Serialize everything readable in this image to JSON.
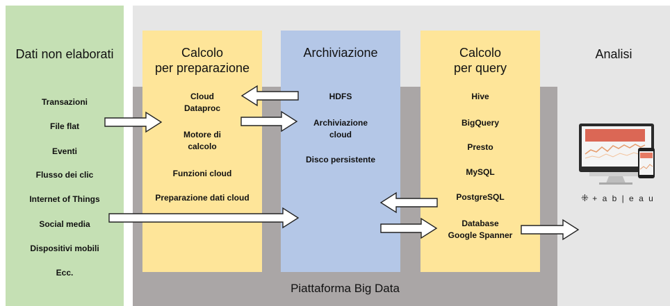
{
  "raw": {
    "title": "Dati non elaborati",
    "items": [
      "Transazioni",
      "File flat",
      "Eventi",
      "Flusso dei clic",
      "Internet of Things",
      "Social media",
      "Dispositivi mobili",
      "Ecc."
    ]
  },
  "prep": {
    "title_line1": "Calcolo",
    "title_line2": "per preparazione",
    "items": [
      {
        "l1": "Cloud",
        "l2": "Dataproc"
      },
      {
        "l1": "Motore di",
        "l2": "calcolo"
      },
      {
        "l1": "Funzioni cloud",
        "l2": ""
      },
      {
        "l1": "Preparazione dati cloud",
        "l2": ""
      }
    ]
  },
  "storage": {
    "title": "Archiviazione",
    "items": [
      {
        "l1": "HDFS",
        "l2": ""
      },
      {
        "l1": "Archiviazione",
        "l2": "cloud"
      },
      {
        "l1": "Disco persistente",
        "l2": ""
      }
    ]
  },
  "query": {
    "title_line1": "Calcolo",
    "title_line2": "per query",
    "items": [
      {
        "l1": "Hive",
        "l2": ""
      },
      {
        "l1": "BigQuery",
        "l2": ""
      },
      {
        "l1": "Presto",
        "l2": ""
      },
      {
        "l1": "MySQL",
        "l2": ""
      },
      {
        "l1": "PostgreSQL",
        "l2": ""
      },
      {
        "l1": "Database",
        "l2": "Google Spanner"
      }
    ]
  },
  "analysis": {
    "title": "Analisi",
    "logo_text": "+ a b | e a u"
  },
  "platform": {
    "title": "Piattaforma Big Data"
  },
  "colors": {
    "raw_bg": "#c5e0b4",
    "right_bg": "#e6e6e6",
    "platform_bg": "#aaa6a6",
    "yellow": "#fee599",
    "blue": "#b4c7e7"
  }
}
